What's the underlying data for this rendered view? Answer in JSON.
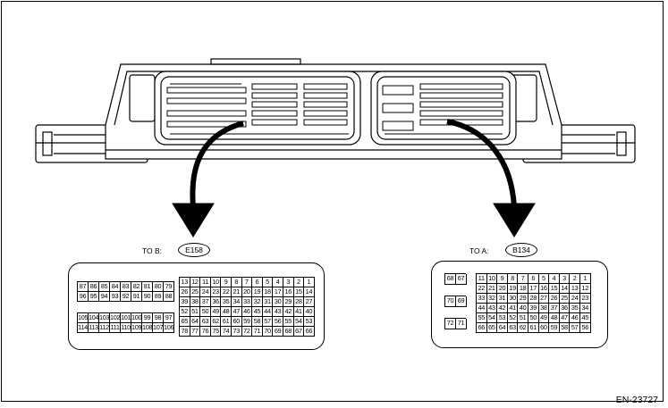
{
  "left_connector": {
    "prefix": "TO B:",
    "id": "E158",
    "block_upper_left": [
      [
        "87",
        "86",
        "85",
        "84",
        "83",
        "82",
        "81",
        "80",
        "79"
      ],
      [
        "96",
        "95",
        "94",
        "93",
        "92",
        "91",
        "90",
        "89",
        "88"
      ]
    ],
    "block_lower_left": [
      [
        "105",
        "104",
        "103",
        "102",
        "101",
        "100",
        "99",
        "98",
        "97"
      ],
      [
        "114",
        "113",
        "112",
        "111",
        "110",
        "109",
        "108",
        "107",
        "106"
      ]
    ],
    "block_right": [
      [
        "13",
        "12",
        "11",
        "10",
        "9",
        "8",
        "7",
        "6",
        "5",
        "4",
        "3",
        "2",
        "1"
      ],
      [
        "26",
        "25",
        "24",
        "23",
        "22",
        "21",
        "20",
        "19",
        "18",
        "17",
        "16",
        "15",
        "14"
      ],
      [
        "39",
        "38",
        "37",
        "36",
        "35",
        "34",
        "33",
        "32",
        "31",
        "30",
        "29",
        "28",
        "27"
      ],
      [
        "52",
        "51",
        "50",
        "49",
        "48",
        "47",
        "46",
        "45",
        "44",
        "43",
        "42",
        "41",
        "40"
      ],
      [
        "65",
        "64",
        "63",
        "62",
        "61",
        "60",
        "59",
        "58",
        "57",
        "56",
        "55",
        "54",
        "53"
      ],
      [
        "78",
        "77",
        "76",
        "75",
        "74",
        "73",
        "72",
        "71",
        "70",
        "69",
        "68",
        "67",
        "66"
      ]
    ]
  },
  "right_connector": {
    "prefix": "TO A:",
    "id": "B134",
    "pairs": [
      [
        "68",
        "67"
      ],
      [
        "70",
        "69"
      ],
      [
        "72",
        "71"
      ]
    ],
    "block_main": [
      [
        "11",
        "10",
        "9",
        "8",
        "7",
        "6",
        "5",
        "4",
        "3",
        "2",
        "1"
      ],
      [
        "22",
        "21",
        "20",
        "19",
        "18",
        "17",
        "16",
        "15",
        "14",
        "13",
        "12"
      ],
      [
        "33",
        "32",
        "31",
        "30",
        "29",
        "28",
        "27",
        "26",
        "25",
        "24",
        "23"
      ],
      [
        "44",
        "43",
        "42",
        "41",
        "40",
        "39",
        "38",
        "37",
        "36",
        "35",
        "34"
      ],
      [
        "55",
        "54",
        "53",
        "52",
        "51",
        "50",
        "49",
        "48",
        "47",
        "46",
        "45"
      ],
      [
        "66",
        "65",
        "64",
        "63",
        "62",
        "61",
        "60",
        "59",
        "58",
        "57",
        "56"
      ]
    ]
  },
  "figure_code": "EN-23727"
}
